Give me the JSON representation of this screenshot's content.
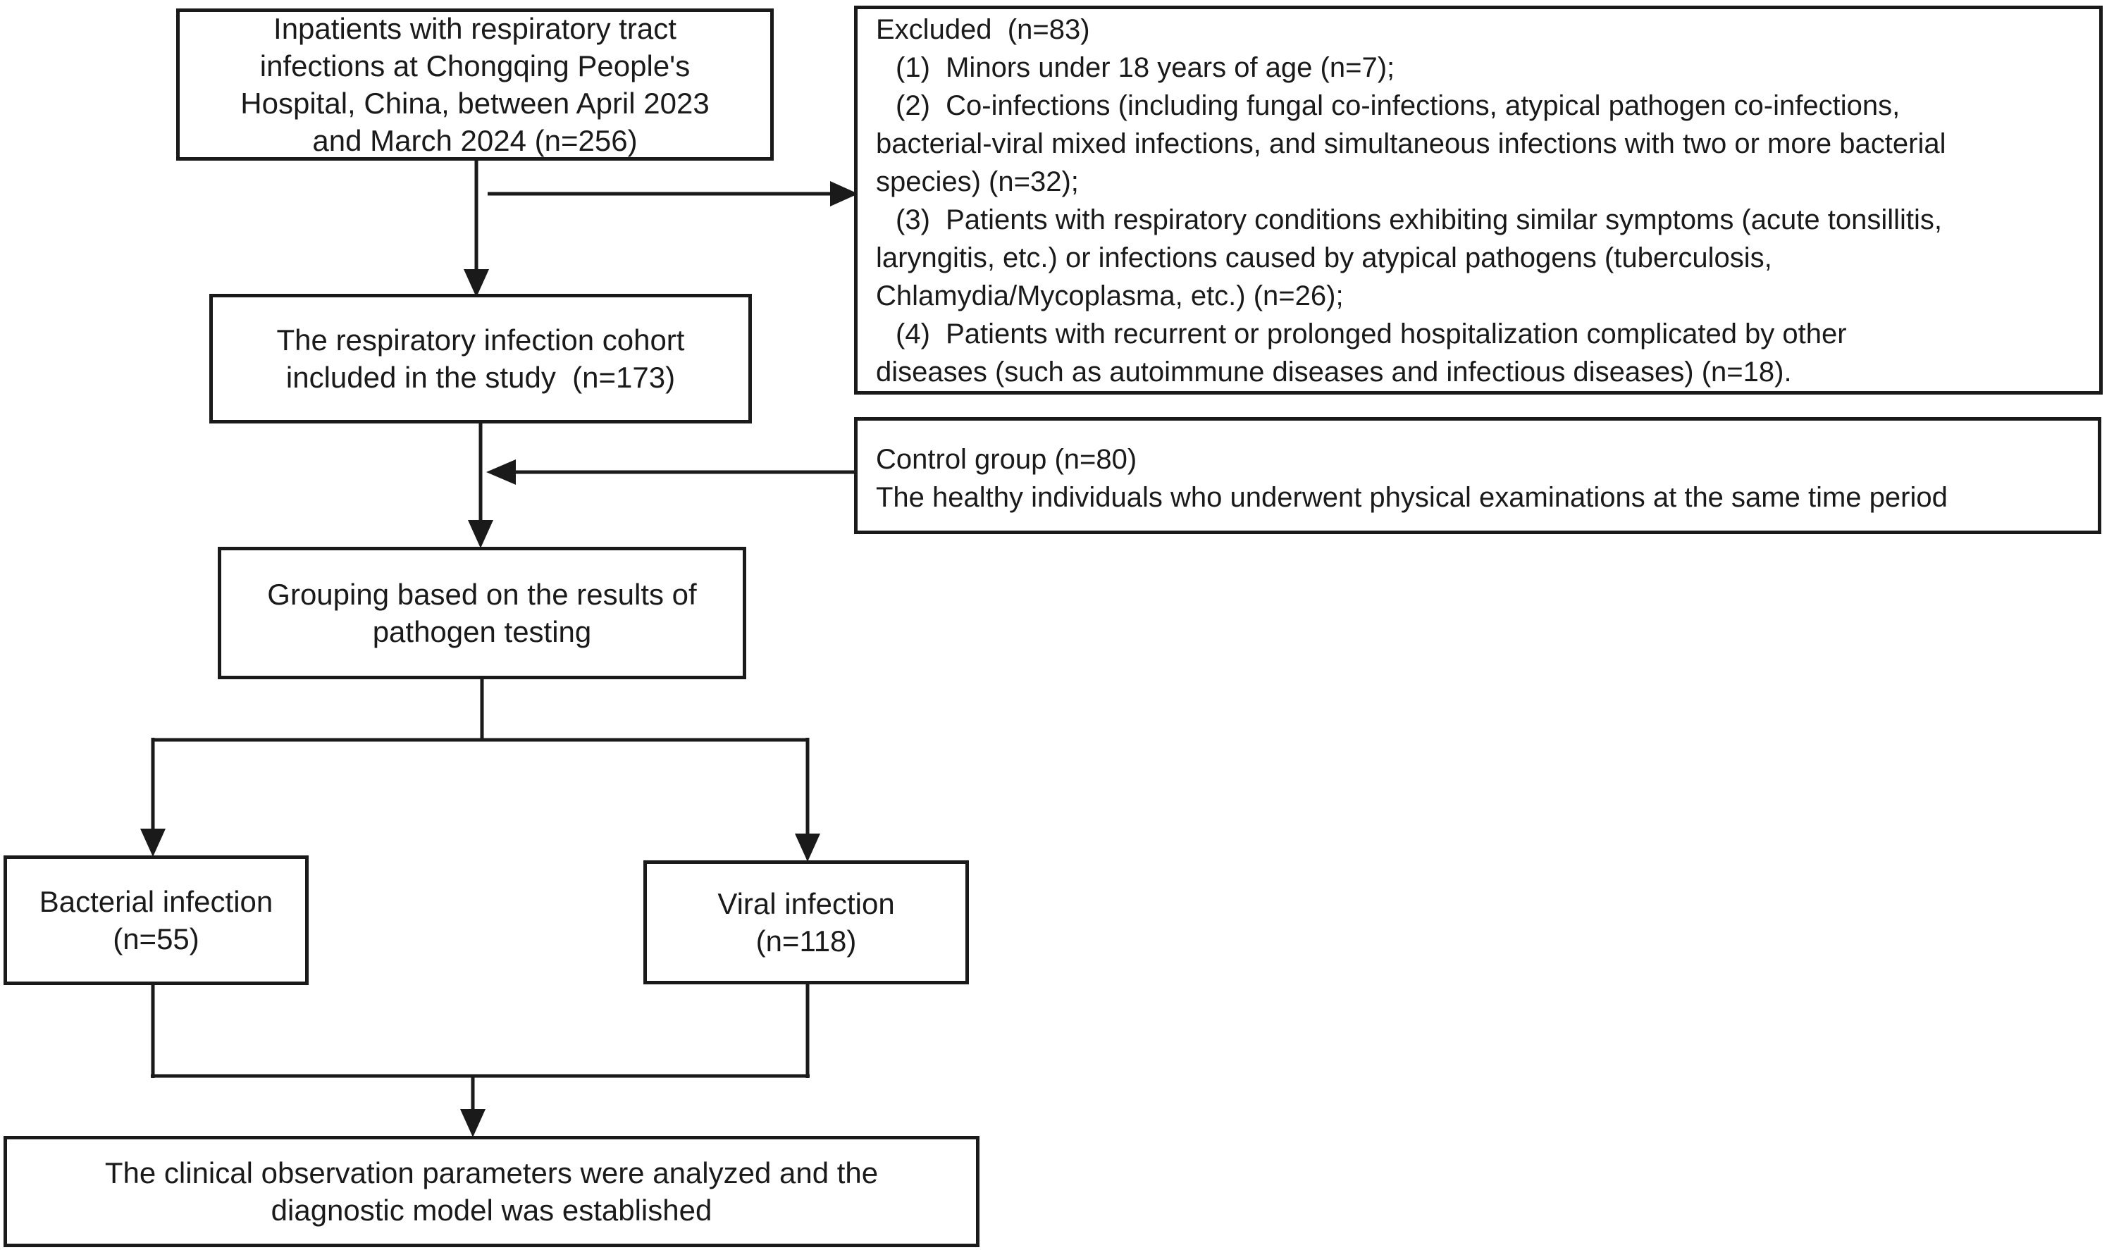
{
  "figure_type": "study-enrollment-flowchart",
  "colors": {
    "ink": "#1a1a1a",
    "background": "#ffffff"
  },
  "boxes": {
    "inpatients": {
      "text": "Inpatients with respiratory tract\ninfections at Chongqing People's\nHospital, China, between April 2023\nand March 2024 (n=256)",
      "n": 256
    },
    "excluded": {
      "title": "Excluded  (n=83)",
      "n": 83,
      "items": [
        "(1)  Minors under 18 years of age (n=7);",
        "(2)  Co-infections (including fungal co-infections, atypical pathogen co-infections,\nbacterial-viral mixed infections, and simultaneous infections with two or more bacterial\nspecies) (n=32);",
        "(3)  Patients with respiratory conditions exhibiting similar symptoms (acute tonsillitis,\nlaryngitis, etc.) or infections caused by atypical pathogens (tuberculosis,\nChlamydia/Mycoplasma, etc.) (n=26);",
        "(4)  Patients with recurrent or prolonged hospitalization complicated by other\ndiseases (such as autoimmune diseases and infectious diseases) (n=18)."
      ]
    },
    "cohort": {
      "text": "The respiratory infection cohort\nincluded in the study  (n=173)",
      "n": 173
    },
    "control": {
      "text": "Control group (n=80)\nThe healthy individuals who underwent physical examinations at the same time period",
      "n": 80
    },
    "grouping": {
      "text": "Grouping based on the results of\npathogen testing"
    },
    "bacterial": {
      "text": "Bacterial infection\n(n=55)",
      "n": 55
    },
    "viral": {
      "text": "Viral infection\n(n=118)",
      "n": 118
    },
    "outcome": {
      "text": "The clinical observation parameters were analyzed and the\ndiagnostic model was established"
    }
  }
}
